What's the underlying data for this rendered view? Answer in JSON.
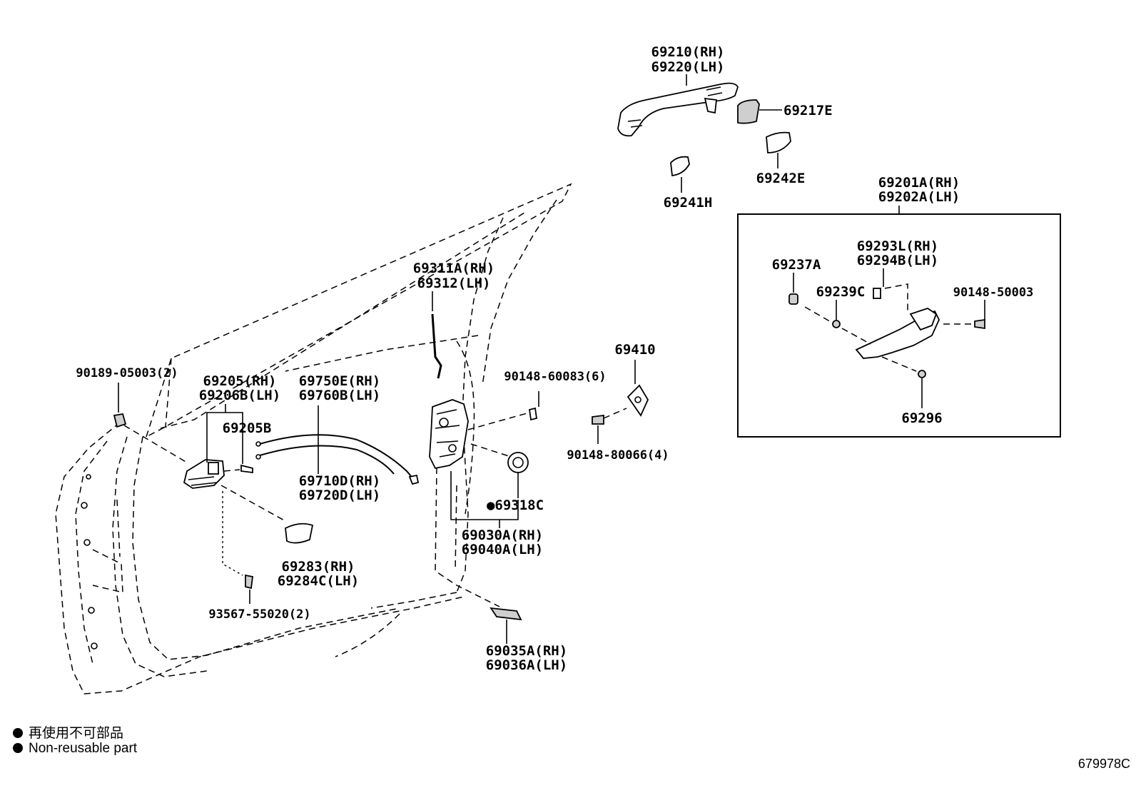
{
  "labels": [
    {
      "id": "outside-handle",
      "lines": [
        "69210(RH)",
        "69220(LH)"
      ]
    },
    {
      "id": "handle-cover",
      "lines": [
        "69217E"
      ]
    },
    {
      "id": "handle-pad-rear",
      "lines": [
        "69242E"
      ]
    },
    {
      "id": "handle-pad-front",
      "lines": [
        "69241H"
      ]
    },
    {
      "id": "frame-assy",
      "lines": [
        "69201A(RH)",
        "69202A(LH)"
      ]
    },
    {
      "id": "cushion",
      "lines": [
        "69237A"
      ]
    },
    {
      "id": "rod",
      "lines": [
        "69293L(RH)",
        "69294B(LH)"
      ]
    },
    {
      "id": "grommet",
      "lines": [
        "69239C"
      ]
    },
    {
      "id": "frame-screw",
      "lines": [
        "90148-50003"
      ]
    },
    {
      "id": "frame-bolt",
      "lines": [
        "69296"
      ]
    },
    {
      "id": "lock-rod",
      "lines": [
        "69311A(RH)",
        "69312(LH)"
      ]
    },
    {
      "id": "lock-screw",
      "lines": [
        "90148-60083(6)"
      ]
    },
    {
      "id": "striker",
      "lines": [
        "69410"
      ]
    },
    {
      "id": "striker-screw",
      "lines": [
        "90148-80066(4)"
      ]
    },
    {
      "id": "clip",
      "lines": [
        "90189-05003(2)"
      ]
    },
    {
      "id": "inside-handle",
      "lines": [
        "69205(RH)",
        "69206B(LH)"
      ]
    },
    {
      "id": "inside-handle-bezel",
      "lines": [
        "69205B"
      ]
    },
    {
      "id": "cable-upper",
      "lines": [
        "69750E(RH)",
        "69760B(LH)"
      ]
    },
    {
      "id": "cable-lower",
      "lines": [
        "69710D(RH)",
        "69720D(LH)"
      ]
    },
    {
      "id": "seal",
      "lines": [
        "●69318C"
      ]
    },
    {
      "id": "lock-assy",
      "lines": [
        "69030A(RH)",
        "69040A(LH)"
      ]
    },
    {
      "id": "handle-cap",
      "lines": [
        "69283(RH)",
        "69284C(LH)"
      ]
    },
    {
      "id": "handle-screw",
      "lines": [
        "93567-55020(2)"
      ]
    },
    {
      "id": "lock-cover",
      "lines": [
        "69035A(RH)",
        "69036A(LH)"
      ]
    }
  ],
  "legend": {
    "line_jp": "再使用不可部品",
    "line_en": "Non-reusable part"
  },
  "illustration_code": "679978C"
}
